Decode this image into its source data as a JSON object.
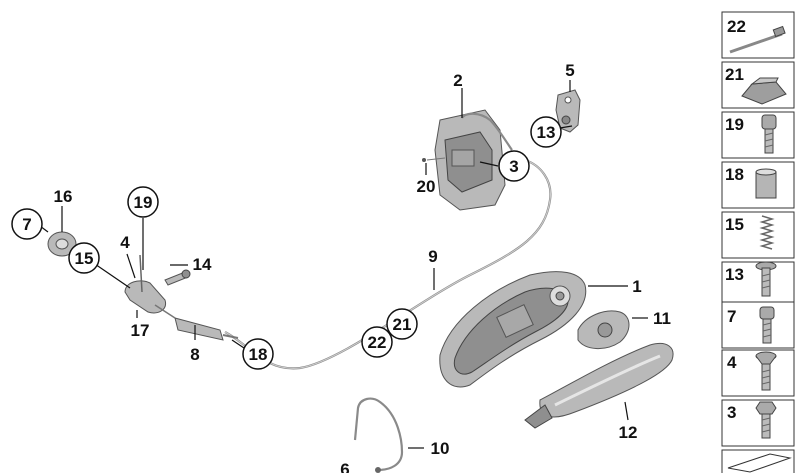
{
  "callouts": [
    {
      "id": "c1",
      "label": "1"
    },
    {
      "id": "c2",
      "label": "2"
    },
    {
      "id": "c3",
      "label": "3"
    },
    {
      "id": "c4",
      "label": "4"
    },
    {
      "id": "c5",
      "label": "5"
    },
    {
      "id": "c6",
      "label": "6"
    },
    {
      "id": "c7",
      "label": "7"
    },
    {
      "id": "c8",
      "label": "8"
    },
    {
      "id": "c9",
      "label": "9"
    },
    {
      "id": "c10",
      "label": "10"
    },
    {
      "id": "c11",
      "label": "11"
    },
    {
      "id": "c12",
      "label": "12"
    },
    {
      "id": "c13",
      "label": "13"
    },
    {
      "id": "c14",
      "label": "14"
    },
    {
      "id": "c15",
      "label": "15"
    },
    {
      "id": "c16",
      "label": "16"
    },
    {
      "id": "c17",
      "label": "17"
    },
    {
      "id": "c18",
      "label": "18"
    },
    {
      "id": "c19",
      "label": "19"
    },
    {
      "id": "c20",
      "label": "20"
    },
    {
      "id": "c21",
      "label": "21"
    },
    {
      "id": "c22",
      "label": "22"
    }
  ],
  "parts_panel": [
    {
      "label": "22",
      "icon": "cable-tie-icon"
    },
    {
      "label": "21",
      "icon": "clip-icon"
    },
    {
      "label": "19",
      "icon": "hex-socket-screw-icon"
    },
    {
      "label": "18",
      "icon": "sleeve-icon"
    },
    {
      "label": "15",
      "icon": "spring-icon"
    },
    {
      "label": "13",
      "icon": "torx-screw-icon"
    },
    {
      "label": "7",
      "icon": "hex-socket-screw-icon"
    },
    {
      "label": "4",
      "icon": "countersunk-screw-icon"
    },
    {
      "label": "3",
      "icon": "flange-screw-icon"
    },
    {
      "label": "",
      "icon": "tape-strip-icon"
    }
  ]
}
